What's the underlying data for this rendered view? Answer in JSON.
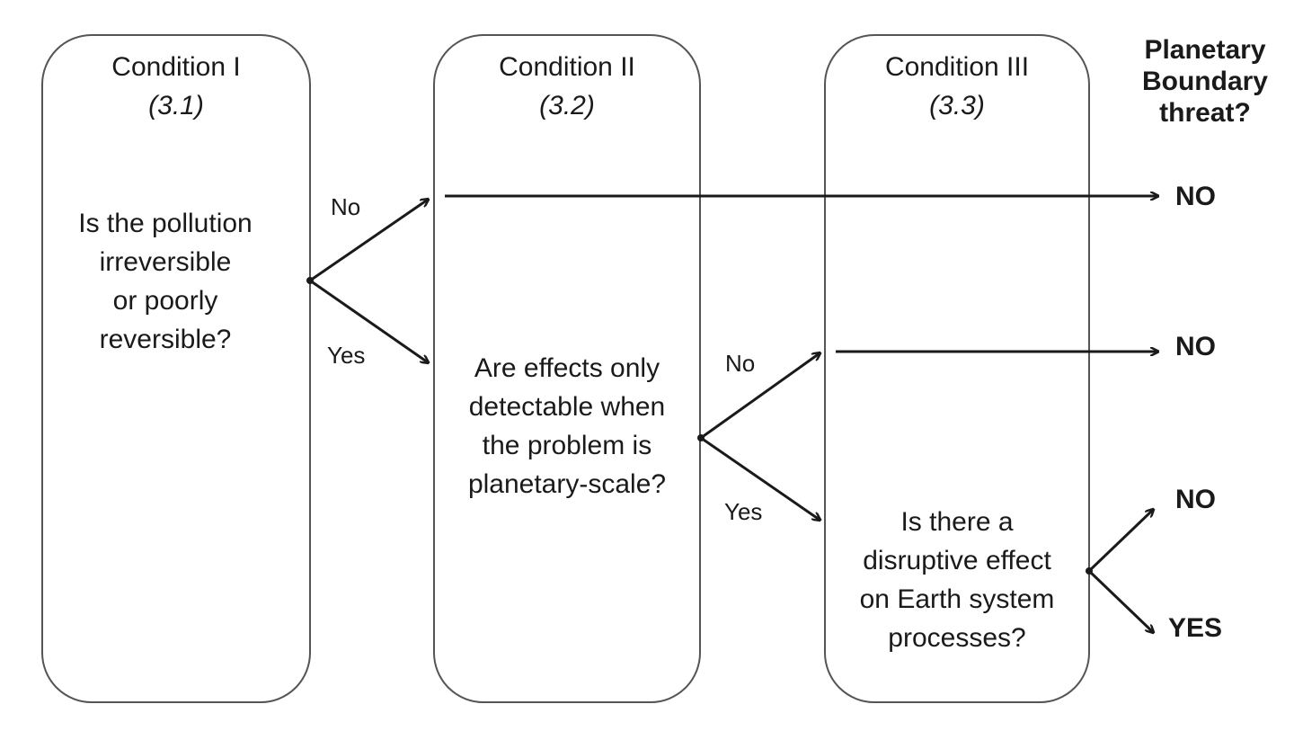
{
  "header": {
    "line1": "Planetary",
    "line2": "Boundary",
    "line3": "threat?"
  },
  "conditions": [
    {
      "title": "Condition I",
      "ref": "(3.1)",
      "question": [
        "Is the pollution",
        "irreversible",
        "or poorly",
        "reversible?"
      ]
    },
    {
      "title": "Condition II",
      "ref": "(3.2)",
      "question": [
        "Are effects only",
        "detectable when",
        "the problem is",
        "planetary-scale?"
      ]
    },
    {
      "title": "Condition III",
      "ref": "(3.3)",
      "question": [
        "Is there a",
        "disruptive effect",
        "on Earth system",
        "processes?"
      ]
    }
  ],
  "branches": {
    "c1_no": "No",
    "c1_yes": "Yes",
    "c2_no": "No",
    "c2_yes": "Yes"
  },
  "outcomes": {
    "o1": "NO",
    "o2": "NO",
    "o3": "NO",
    "o4": "YES"
  },
  "colors": {
    "line": "#1a1a1a",
    "panel_border": "#555555"
  }
}
